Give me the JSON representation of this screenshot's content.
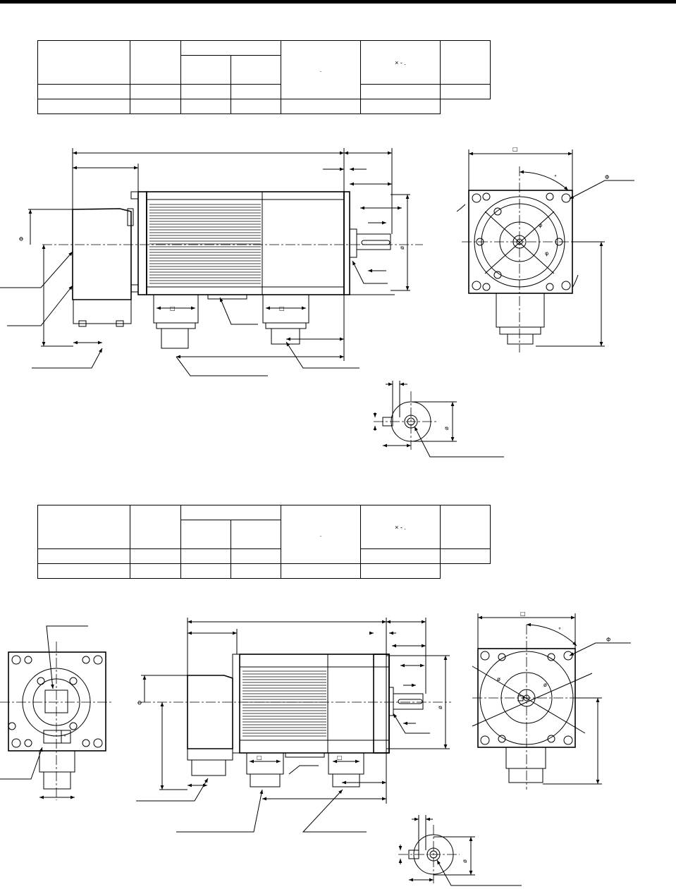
{
  "tables": [
    {
      "id": "upper",
      "marks": {
        "dot": ".",
        "times": "×",
        "dash": "-",
        "dot2": "."
      }
    },
    {
      "id": "lower",
      "marks": {
        "dot": ".",
        "times": "×",
        "dash": "-",
        "dot2": "."
      }
    }
  ],
  "symbols": {
    "square": "□",
    "phi": "Φ",
    "diameter": "φ",
    "ring": "ø",
    "degree": "°"
  },
  "colors": {
    "ink": "#000000",
    "paper": "#ffffff"
  }
}
